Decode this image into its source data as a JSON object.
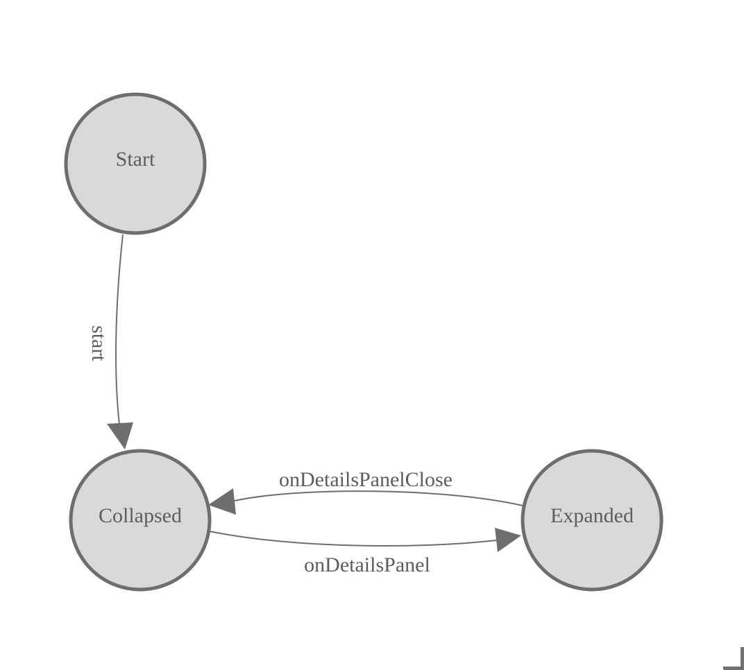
{
  "diagram": {
    "type": "state-machine",
    "nodes": [
      {
        "id": "start",
        "label": "Start"
      },
      {
        "id": "collapsed",
        "label": "Collapsed"
      },
      {
        "id": "expanded",
        "label": "Expanded"
      }
    ],
    "edges": [
      {
        "id": "start-transition",
        "label": "start",
        "from": "Start",
        "to": "Collapsed"
      },
      {
        "id": "close-transition",
        "label": "onDetailsPanelClose",
        "from": "Expanded",
        "to": "Collapsed"
      },
      {
        "id": "open-transition",
        "label": "onDetailsPanel",
        "from": "Collapsed",
        "to": "Expanded"
      }
    ],
    "colors": {
      "background": "#ffffff",
      "node_fill": "#d9d9d9",
      "node_stroke": "#6e6e6e",
      "edge_stroke": "#6e6e6e",
      "label_text": "#5d5d5d",
      "resize_handle": "#707070"
    }
  }
}
